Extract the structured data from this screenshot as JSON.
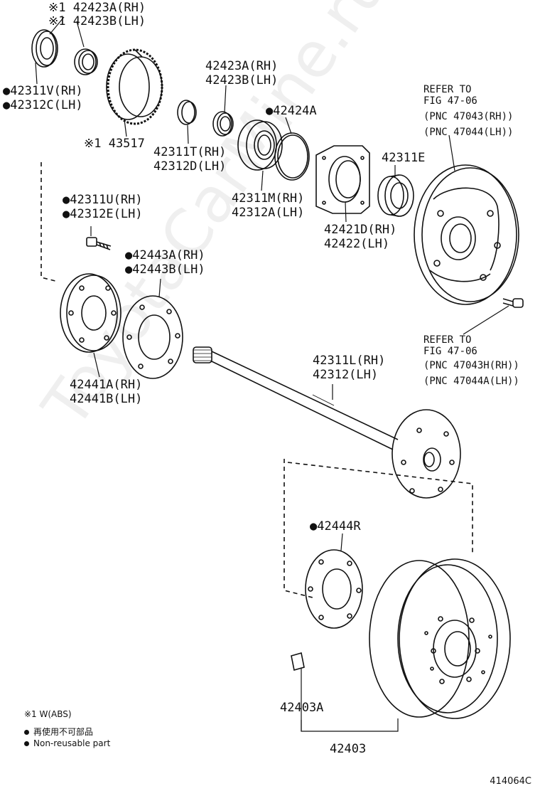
{
  "diagram": {
    "labels": {
      "l_42423a_1": "※1 42423A(RH)",
      "l_42423b_1": "※1 42423B(LH)",
      "l_42311v": "●42311V(RH)",
      "l_42312c": "●42312C(LH)",
      "l_43517": "※1 43517",
      "l_42423a_2": "42423A(RH)",
      "l_42423b_2": "42423B(LH)",
      "l_42424a": "●42424A",
      "l_42311t": "42311T(RH)",
      "l_42312d": "42312D(LH)",
      "l_42311m": "42311M(RH)",
      "l_42312a": "42312A(LH)",
      "l_42421d": "42421D(RH)",
      "l_42422": "42422(LH)",
      "l_42311e": "42311E",
      "l_refer1a": "REFER TO",
      "l_refer1b": "FIG 47-06",
      "l_pnc1a": "(PNC 47043(RH))",
      "l_pnc1b": "(PNC 47044(LH))",
      "l_42311u": "●42311U(RH)",
      "l_42312e": "●42312E(LH)",
      "l_42443a": "●42443A(RH)",
      "l_42443b": "●42443B(LH)",
      "l_42441a": "42441A(RH)",
      "l_42441b": "42441B(LH)",
      "l_refer2a": "REFER TO",
      "l_refer2b": "FIG 47-06",
      "l_pnc2a": "(PNC 47043H(RH))",
      "l_pnc2b": "(PNC 47044A(LH))",
      "l_42311l": "42311L(RH)",
      "l_42312": "42312(LH)",
      "l_42444r": "●42444R",
      "l_42403a": "42403A",
      "l_42403": "42403"
    },
    "legend": {
      "note1": "※1 W(ABS)",
      "note2": "再使用不可部品",
      "note3": "Non-reusable part"
    },
    "watermark": "ToyotaCarMine.ru",
    "figure_number": "414064C"
  }
}
